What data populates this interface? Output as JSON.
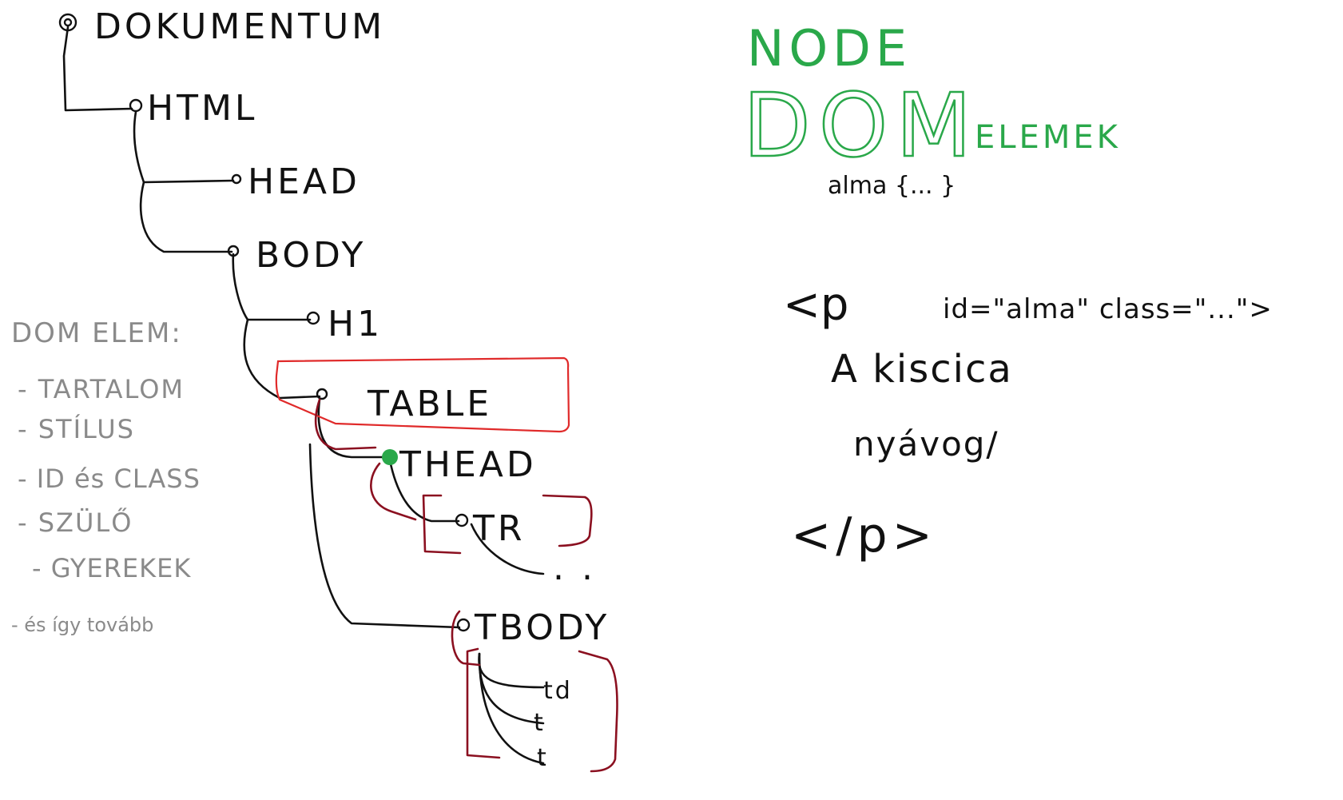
{
  "tree": {
    "nodes": {
      "dokumentum": "DOKUMENTUM",
      "html": "HTML",
      "head": "HEAD",
      "body": "BODY",
      "h1": "H1",
      "table": "TABLE",
      "thead": "THEAD",
      "tr": "TR",
      "tbody": "TBODY",
      "td1": "td",
      "td2": "t",
      "td3": "t",
      "ellipsis": ". ."
    }
  },
  "legend": {
    "title": "DOM ELEM:",
    "items": [
      "- TARTALOM",
      "- STÍLUS",
      "- ID és CLASS",
      "- SZÜLŐ",
      "- GYEREKEK",
      "- és így tovább"
    ]
  },
  "top_right": {
    "node": "NODE",
    "dom": "DOM",
    "elemek": "ELEMEK",
    "css_snippet": "alma {... }"
  },
  "code_example": {
    "open_tag": "<p",
    "attributes": "id=\"alma\" class=\"...\">",
    "content_line1": "A kiscica",
    "content_line2": "nyávog/",
    "close_tag": "</p>"
  },
  "colors": {
    "ink": "#111111",
    "green": "#2aa84a",
    "gray": "#8a8a8a",
    "dark_red": "#8b1020",
    "red_box": "#e02a2a"
  }
}
